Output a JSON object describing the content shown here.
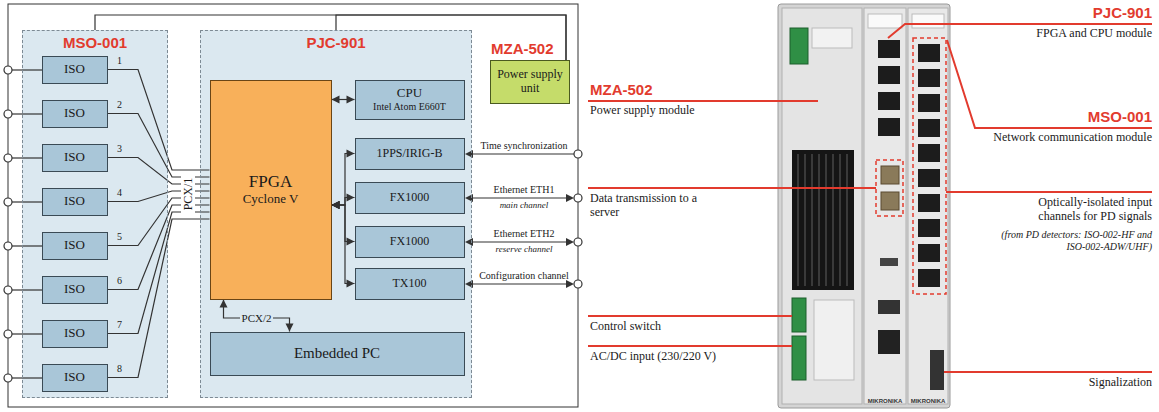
{
  "diagram": {
    "nodes": [
      {
        "text": [
          "MSO-001"
        ]
      },
      {
        "text": [
          "ISO"
        ],
        "in": 0
      },
      {
        "text": [
          "ISO"
        ],
        "in": 0
      },
      {
        "text": [
          "ISO"
        ],
        "in": 0
      },
      {
        "text": [
          "ISO"
        ],
        "in": 0
      },
      {
        "text": [
          "ISO"
        ],
        "in": 0
      },
      {
        "text": [
          "ISO"
        ],
        "in": 0
      },
      {
        "text": [
          "ISO"
        ],
        "in": 0
      },
      {
        "text": [
          "ISO"
        ],
        "in": 0
      },
      {
        "text": [
          "PJC-901"
        ]
      },
      {
        "text": [
          "FPGA",
          "Cyclone V"
        ],
        "in": 9
      },
      {
        "text": [
          "CPU",
          "Intel Atom E660T"
        ],
        "in": 9
      },
      {
        "text": [
          "1PPS/IRIG-B"
        ],
        "in": 9
      },
      {
        "text": [
          "FX1000"
        ],
        "in": 9
      },
      {
        "text": [
          "FX1000"
        ],
        "in": 9
      },
      {
        "text": [
          "TX100"
        ],
        "in": 9
      },
      {
        "text": [
          "Embedded PC"
        ],
        "in": 9
      },
      {
        "text": [
          "MZA-502",
          "Power supply unit"
        ]
      }
    ],
    "edges": [
      {
        "from": 1,
        "to": 10,
        "arrow": "none",
        "label": "1"
      },
      {
        "from": 2,
        "to": 10,
        "arrow": "none",
        "label": "2"
      },
      {
        "from": 3,
        "to": 10,
        "arrow": "none",
        "label": "3"
      },
      {
        "from": 4,
        "to": 10,
        "arrow": "none",
        "label": "4"
      },
      {
        "from": 5,
        "to": 10,
        "arrow": "none",
        "label": "5"
      },
      {
        "from": 6,
        "to": 10,
        "arrow": "none",
        "label": "6"
      },
      {
        "from": 7,
        "to": 10,
        "arrow": "none",
        "label": "7"
      },
      {
        "from": 8,
        "to": 10,
        "arrow": "none",
        "label": "8"
      },
      {
        "from": 10,
        "to": 11,
        "arrow": "both"
      },
      {
        "from": 10,
        "to": 12,
        "arrow": "both"
      },
      {
        "from": 10,
        "to": 13,
        "arrow": "both"
      },
      {
        "from": 10,
        "to": 14,
        "arrow": "both"
      },
      {
        "from": 10,
        "to": 15,
        "arrow": "both"
      },
      {
        "from": 10,
        "to": 16,
        "arrow": "both",
        "label": "PCX/2"
      },
      {
        "from": 17,
        "to": 0,
        "arrow": "none"
      },
      {
        "from": 17,
        "to": 9,
        "arrow": "none"
      }
    ],
    "labels": [
      "PCX/1",
      "Time synchronization",
      "Ethernet ETH1",
      "main channel",
      "Ethernet ETH2",
      "reserve channel",
      "Configuration channel",
      "PJC-901",
      "FPGA and CPU module",
      "MZA-502",
      "Power supply module",
      "MSO-001",
      "Network communication module",
      "Data transmission to a server",
      "Optically-isolated input channels for PD signals",
      "(from PD detectors: ISO-002-HF and ISO-002-ADW/UHF)",
      "Control switch",
      "AC/DC input (230/220 V)",
      "Signalization",
      "MIKRONIKA",
      "MIKRONIKA"
    ]
  }
}
